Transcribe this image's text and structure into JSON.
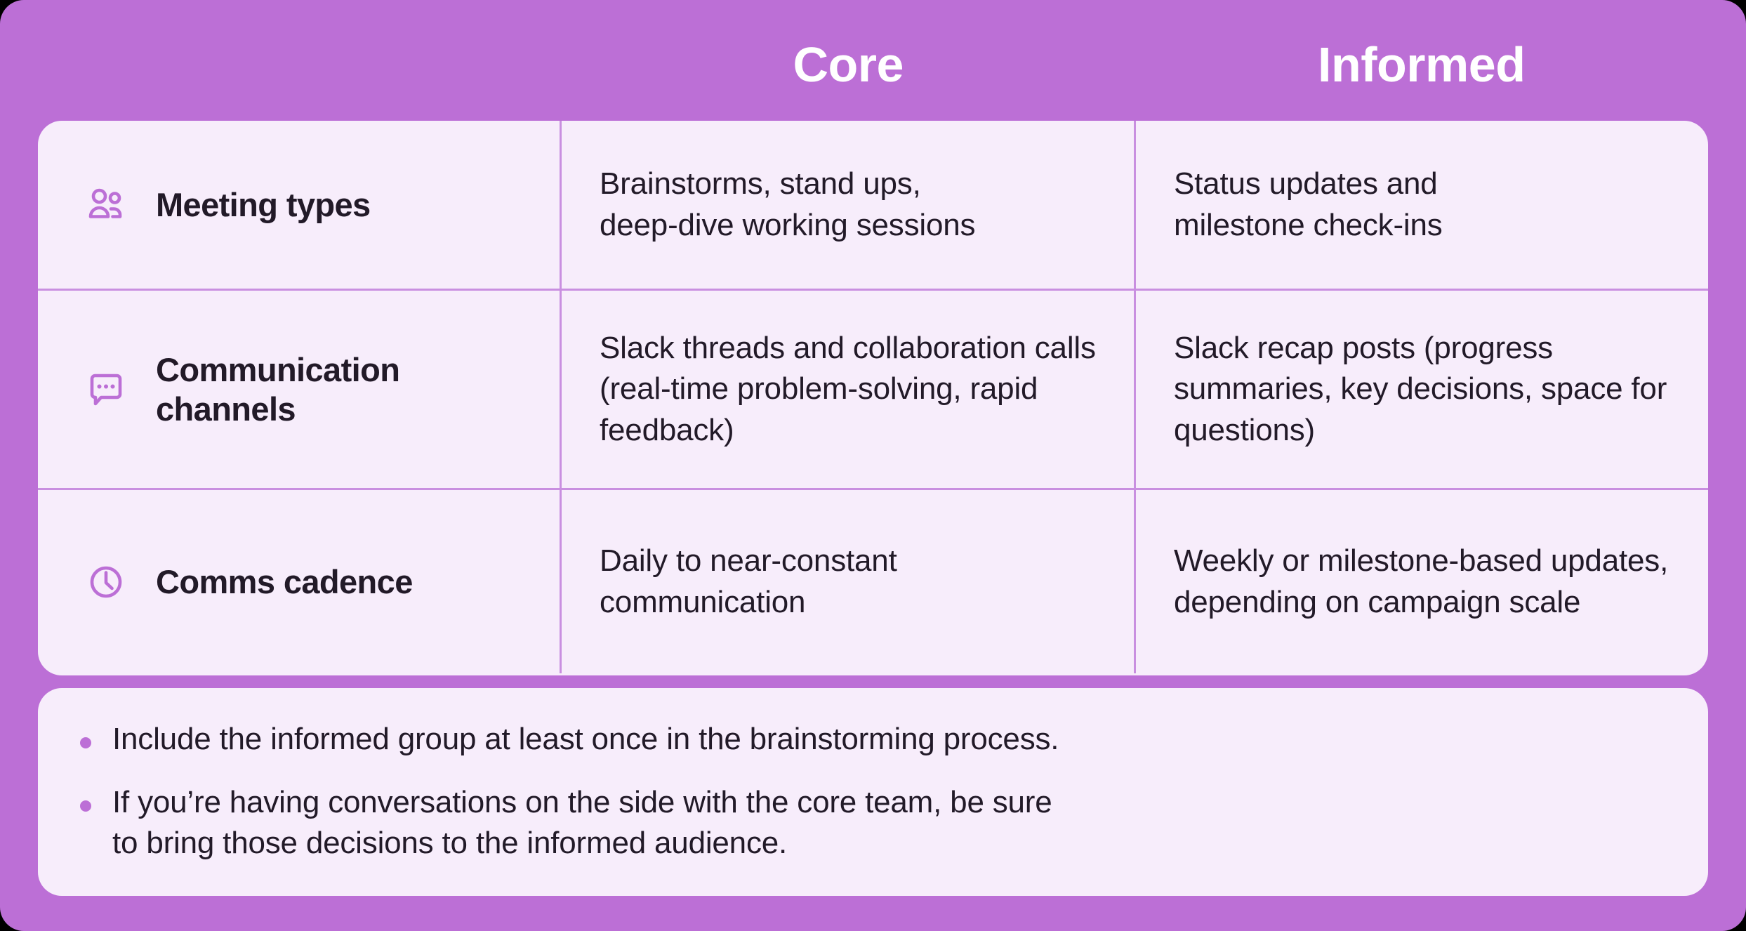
{
  "columns": {
    "label_header": "",
    "core_header": "Core",
    "informed_header": "Informed"
  },
  "rows": [
    {
      "icon": "users-icon",
      "label": "Meeting types",
      "core": "Brainstorms, stand ups,\ndeep-dive working sessions",
      "informed": "Status updates and\nmilestone check-ins"
    },
    {
      "icon": "chat-bubble-icon",
      "label": "Communication channels",
      "core": "Slack threads and collaboration calls (real-time problem-solving, rapid feedback)",
      "informed": "Slack recap posts (progress summaries, key decisions, space for questions)"
    },
    {
      "icon": "clock-icon",
      "label": "Comms cadence",
      "core": "Daily to near-constant communication",
      "informed": "Weekly or milestone-based updates, depending on campaign scale"
    }
  ],
  "notes": [
    "Include the informed group at least once in the brainstorming process.",
    "If you’re having conversations on the side with the core team, be sure\nto bring those decisions to the informed audience."
  ],
  "colors": {
    "background_purple": "#BC6FD6",
    "card_lavender": "#F7EDFB",
    "divider_purple": "#C98FE0",
    "icon_purple": "#BC6FD6",
    "text_dark": "#221A28",
    "header_text": "#FFFFFF",
    "page_background": "#000000"
  }
}
